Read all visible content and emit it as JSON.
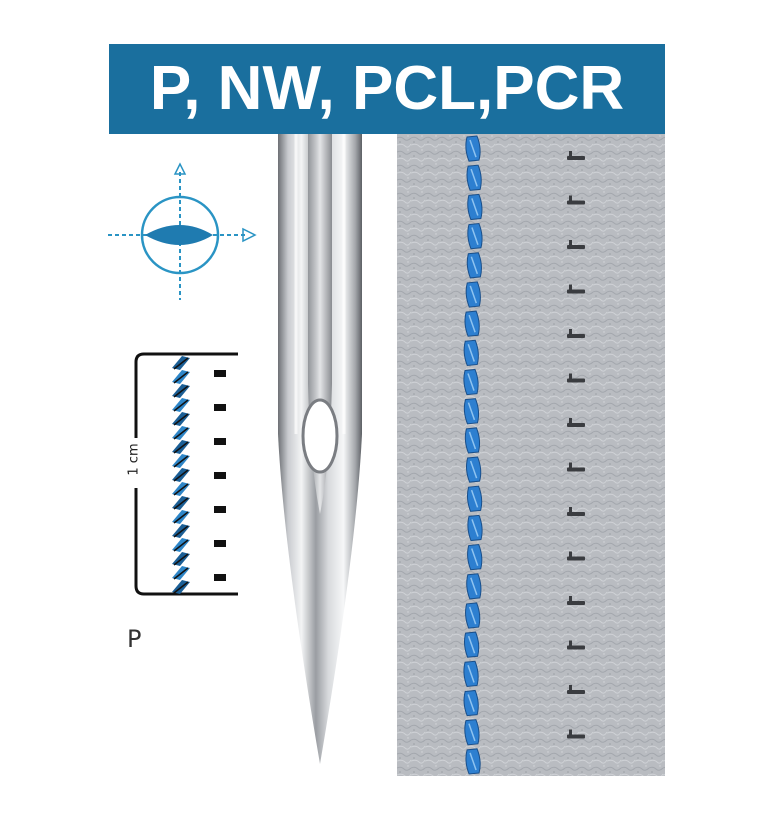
{
  "title": "P, NW, PCL,PCR",
  "diagram": {
    "scale_label": "1 cm",
    "point_label": "P"
  },
  "colors": {
    "banner": "#1a6f9e",
    "thread": "#2d7fd0",
    "icon_stroke": "#2a94c4",
    "leather": "#b9bcc1"
  },
  "stitch_counts": {
    "thread_segments": 22,
    "punch_marks": 14
  }
}
